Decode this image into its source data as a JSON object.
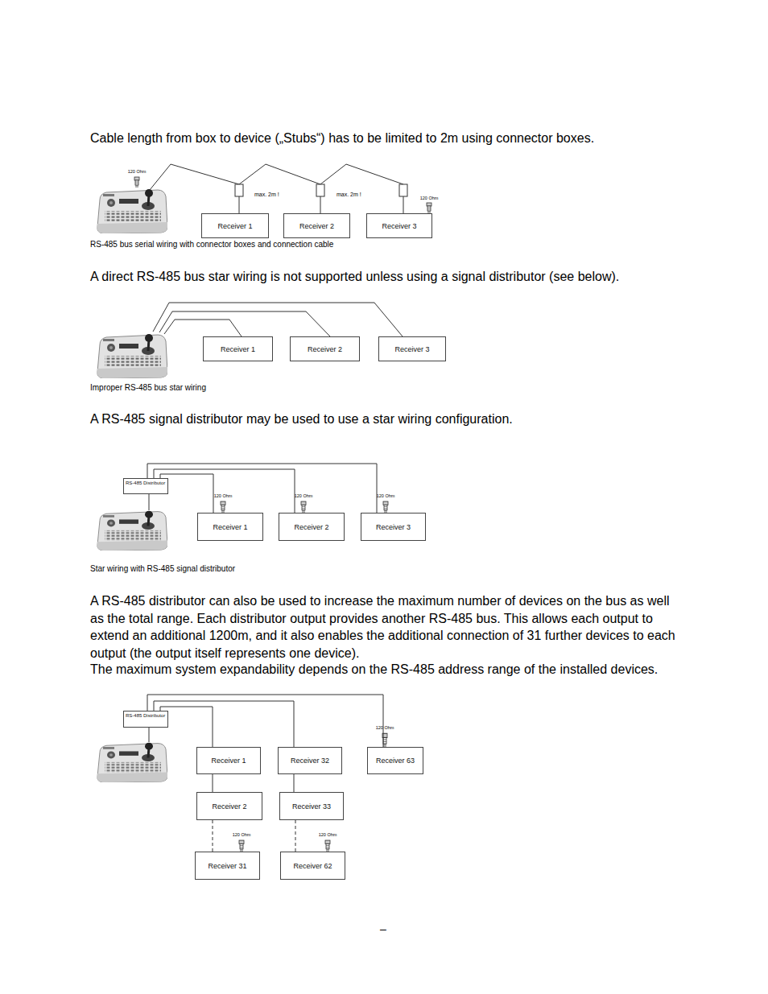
{
  "diagram": {
    "nodes": [
      {
        "text": [
          "Receiver 1"
        ]
      },
      {
        "text": [
          "Receiver 2"
        ]
      },
      {
        "text": [
          "Receiver 3"
        ]
      },
      {
        "text": [
          "Receiver 1"
        ]
      },
      {
        "text": [
          "Receiver 2"
        ]
      },
      {
        "text": [
          "Receiver 3"
        ]
      },
      {
        "text": [
          "RS-485 Distributor"
        ]
      },
      {
        "text": [
          "Receiver 1"
        ]
      },
      {
        "text": [
          "Receiver 2"
        ]
      },
      {
        "text": [
          "Receiver 3"
        ]
      },
      {
        "text": [
          "RS-485 Distributor"
        ]
      },
      {
        "text": [
          "Receiver 1"
        ]
      },
      {
        "text": [
          "Receiver 32"
        ]
      },
      {
        "text": [
          "Receiver 63"
        ]
      },
      {
        "text": [
          "Receiver 2"
        ]
      },
      {
        "text": [
          "Receiver 33"
        ]
      },
      {
        "text": [
          "Receiver 31"
        ]
      },
      {
        "text": [
          "Receiver 62"
        ]
      }
    ],
    "edges": [
      {
        "from": 6,
        "to": 7,
        "arrow": "none"
      },
      {
        "from": 6,
        "to": 8,
        "arrow": "none"
      },
      {
        "from": 6,
        "to": 9,
        "arrow": "none"
      },
      {
        "from": 10,
        "to": 11,
        "arrow": "none"
      },
      {
        "from": 10,
        "to": 12,
        "arrow": "none"
      },
      {
        "from": 10,
        "to": 13,
        "arrow": "none"
      },
      {
        "from": 11,
        "to": 14,
        "arrow": "none"
      },
      {
        "from": 14,
        "to": 16,
        "arrow": "none"
      },
      {
        "from": 12,
        "to": 15,
        "arrow": "none"
      },
      {
        "from": 15,
        "to": 17,
        "arrow": "none"
      }
    ],
    "labels": [
      "Cable length from box to device („Stubs“) has to be limited to 2m using connector boxes.",
      "120 Ohm",
      "max. 2m !",
      "max. 2m !",
      "120 Ohm",
      "RS-485 bus serial wiring with connector boxes and connection cable",
      "A direct RS-485 bus star wiring is not supported unless using a signal distributor (see below).",
      "Improper RS-485 bus star wiring",
      "A RS-485 signal distributor may be used to use a star wiring configuration.",
      "120 Ohm",
      "120 Ohm",
      "120 Ohm",
      "Star wiring with RS-485 signal distributor",
      "A RS-485 distributor can also be used to increase the maximum number of devices on the bus as well as the total range. Each distributor output provides another RS-485 bus. This allows each output to extend an additional 1200m, and it also enables the additional connection of 31 further devices to each output (the output itself represents one device).",
      "The maximum system expandability depends on the RS-485 address range of the installed devices.",
      "120 Ohm",
      "120 Ohm",
      "120 Ohm",
      "–"
    ]
  }
}
